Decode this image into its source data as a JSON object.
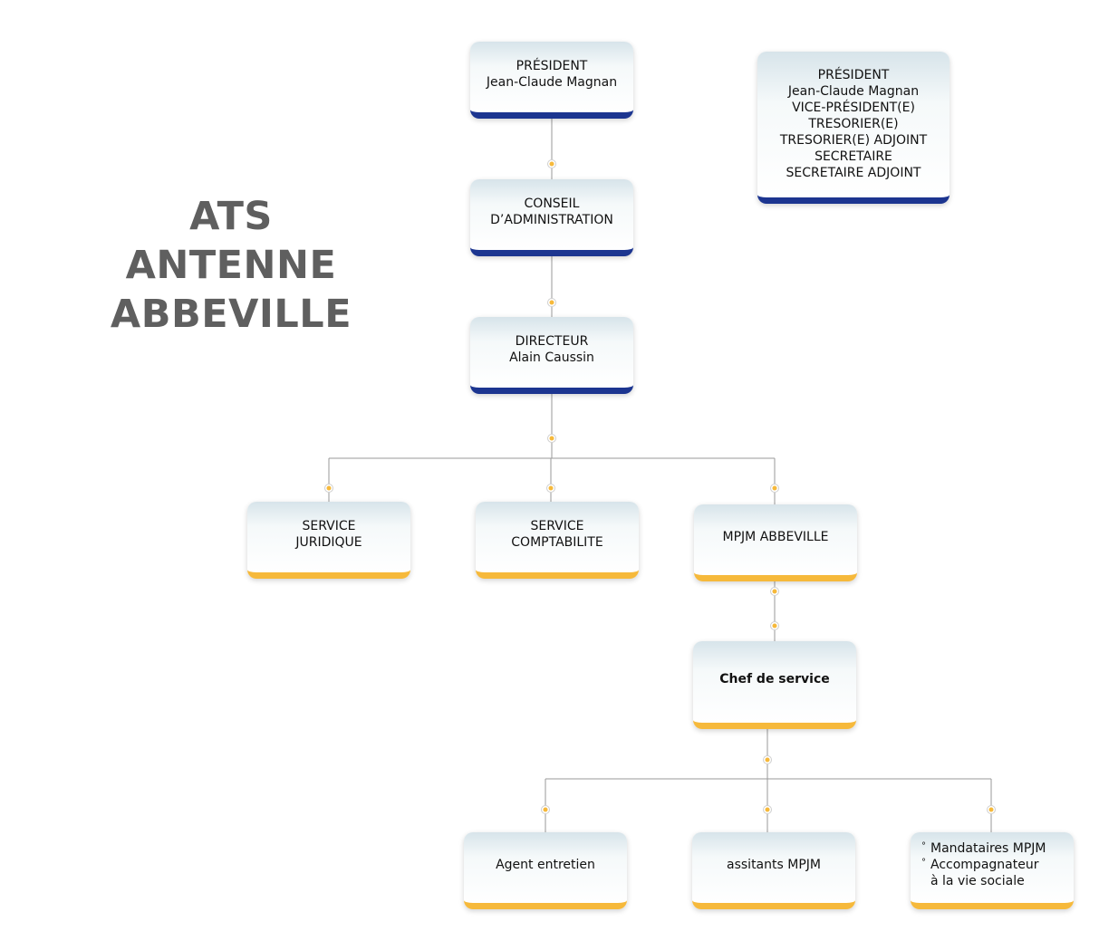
{
  "title": {
    "line1": "ATS ANTENNE",
    "line2": "ABBEVILLE"
  },
  "nodes": {
    "president": {
      "line1": "PRÉSIDENT",
      "line2": "Jean-Claude Magnan"
    },
    "conseil": {
      "line1": "CONSEIL",
      "line2": "D’ADMINISTRATION"
    },
    "directeur": {
      "line1": "DIRECTEUR",
      "line2": "Alain Caussin"
    },
    "bureau": {
      "lines": [
        "PRÉSIDENT",
        "Jean-Claude Magnan",
        "VICE-PRÉSIDENT(E)",
        "TRESORIER(E)",
        "TRESORIER(E) ADJOINT",
        "SECRETAIRE",
        "SECRETAIRE ADJOINT"
      ]
    },
    "juridique": {
      "line1": "SERVICE",
      "line2": "JURIDIQUE"
    },
    "comptabilite": {
      "line1": "SERVICE",
      "line2": "COMPTABILITE"
    },
    "mpjm": {
      "line1": "MPJM ABBEVILLE"
    },
    "chef": {
      "line1": "Chef de service"
    },
    "agent": {
      "line1": "Agent entretien"
    },
    "assistants": {
      "line1": "assitants MPJM"
    },
    "mandataires": {
      "bullet1": "Mandataires MPJM",
      "bullet2": "Accompagnateur",
      "bullet2_cont": "à la vie sociale"
    }
  },
  "colors": {
    "navy": "#1c3590",
    "gold": "#f6b93b",
    "title": "#5f5f5f",
    "connector": "#9a9a9a"
  }
}
